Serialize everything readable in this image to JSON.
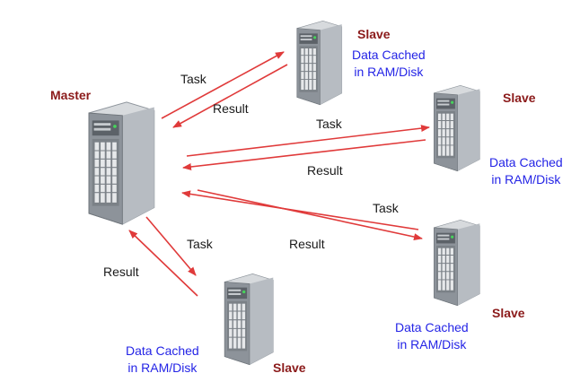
{
  "colors": {
    "arrow": "#e03a3a",
    "role_text": "#8b1a1a",
    "cache_text": "#2424e6",
    "plain_text": "#1a1a1a",
    "server_body": "#c5c9ce",
    "server_face": "#9aa0a6"
  },
  "icons": {
    "master": "server-tower-icon",
    "slave": "server-tower-icon"
  },
  "master": {
    "label": "Master"
  },
  "arrow_labels": {
    "task": "Task",
    "result": "Result"
  },
  "slaves": [
    {
      "label": "Slave",
      "cache_line1": "Data Cached",
      "cache_line2": "in RAM/Disk"
    },
    {
      "label": "Slave",
      "cache_line1": "Data Cached",
      "cache_line2": "in RAM/Disk"
    },
    {
      "label": "Slave",
      "cache_line1": "Data Cached",
      "cache_line2": "in RAM/Disk"
    },
    {
      "label": "Slave",
      "cache_line1": "Data Cached",
      "cache_line2": "in RAM/Disk"
    }
  ]
}
